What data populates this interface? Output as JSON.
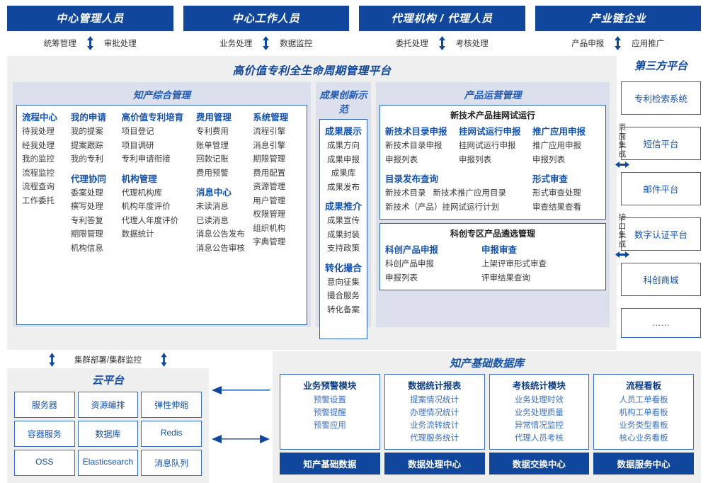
{
  "colors": {
    "brand_dark": "#10469B",
    "brand_mid": "#1F5BB5",
    "panel_bg": "#DCDFEC",
    "shell_bg": "#EFEFEF"
  },
  "roles": [
    {
      "title": "中心管理人员",
      "actions": [
        "统筹管理",
        "审批处理"
      ]
    },
    {
      "title": "中心工作人员",
      "actions": [
        "业务处理",
        "数据监控"
      ]
    },
    {
      "title": "代理机构 / 代理人员",
      "actions": [
        "委托处理",
        "考核处理"
      ]
    },
    {
      "title": "产业链企业",
      "actions": [
        "产品申报",
        "应用推广"
      ]
    }
  ],
  "platform": {
    "title": "高价值专利全生命周期管理平台",
    "ip_mgmt": {
      "title": "知产综合管理",
      "columns": [
        {
          "groups": [
            {
              "head": "流程中心",
              "items": [
                "待我处理",
                "经我处理",
                "我的监控",
                "流程监控",
                "流程查询",
                "工作委托"
              ]
            }
          ]
        },
        {
          "groups": [
            {
              "head": "我的申请",
              "items": [
                "我的提案",
                "提案跟踪",
                "我的专利"
              ]
            },
            {
              "head": "代理协同",
              "items": [
                "委案处理",
                "撰写处理",
                "专利答复",
                "期限管理",
                "机构信息"
              ]
            }
          ]
        },
        {
          "groups": [
            {
              "head": "高价值专利培育",
              "items": [
                "项目登记",
                "项目调研",
                "专利申请衔接"
              ]
            },
            {
              "head": "机构管理",
              "items": [
                "代理机构库",
                "机构年度评价",
                "代理人年度评价",
                "数据统计"
              ]
            }
          ]
        },
        {
          "groups": [
            {
              "head": "费用管理",
              "items": [
                "专利费用",
                "账单管理",
                "回款记账",
                "费用预警"
              ]
            },
            {
              "head": "消息中心",
              "items": [
                "未读消息",
                "已读消息",
                "消息公告发布",
                "消息公告审核"
              ]
            }
          ]
        },
        {
          "groups": [
            {
              "head": "系统管理",
              "items": [
                "流程引擎",
                "消息引擎",
                "期限管理",
                "费用配置",
                "资源管理",
                "用户管理",
                "权限管理",
                "组织机构",
                "字典管理"
              ]
            }
          ]
        }
      ]
    },
    "achievement": {
      "title": "成果创新示范",
      "groups": [
        {
          "head": "成果展示",
          "items": [
            "成果方向",
            "成果申报",
            "成果库",
            "成果发布"
          ]
        },
        {
          "head": "成果推介",
          "items": [
            "成果宣传",
            "成果封装",
            "支持政策"
          ]
        },
        {
          "head": "转化撮合",
          "items": [
            "意向征集",
            "撮合服务",
            "转化备案"
          ]
        }
      ]
    },
    "product_ops": {
      "title": "产品运营管理",
      "sub1": {
        "title": "新技术产品挂网试运行",
        "row1": [
          {
            "head": "新技术目录申报",
            "items": [
              "新技术目录申报",
              "申报列表"
            ]
          },
          {
            "head": "挂网试运行申报",
            "items": [
              "挂网试运行申报",
              "申报列表"
            ]
          },
          {
            "head": "推广应用申报",
            "items": [
              "推广应用申报",
              "申报列表"
            ]
          }
        ],
        "row2_left": {
          "head": "目录发布查询",
          "line1a": "新技术目录",
          "line1b": "新技术推广应用目录",
          "line2": "新技术（产品）挂网试运行计划"
        },
        "row2_right": {
          "head": "形式审查",
          "items": [
            "形式审查处理",
            "审查结果查看"
          ]
        }
      },
      "sub2": {
        "title": "科创专区产品遴选管理",
        "cols": [
          {
            "head": "科创产品申报",
            "items": [
              "科创产品申报",
              "申报列表"
            ]
          },
          {
            "head": "申报审查",
            "items": [
              "上架评审形式审查",
              "评审结果查询"
            ]
          }
        ]
      }
    }
  },
  "third_party": {
    "title": "第三方平台",
    "boxes": [
      "专利检索系统",
      "短信平台",
      "邮件平台",
      "数字认证平台",
      "科创商城",
      "……"
    ],
    "integrations": [
      {
        "label": "页面集成"
      },
      {
        "label": "接口集成"
      }
    ]
  },
  "cloud": {
    "cluster_label": "集群部署/集群监控",
    "title": "云平台",
    "cells": [
      "服务器",
      "资源编排",
      "弹性伸缩",
      "容器服务",
      "数据库",
      "Redis",
      "OSS",
      "Elasticsearch",
      "消息队列"
    ]
  },
  "database": {
    "title": "知产基础数据库",
    "columns": [
      {
        "head": "业务预警模块",
        "items": [
          "预警设置",
          "预警提醒",
          "预警应用"
        ],
        "footer": "知产基础数据"
      },
      {
        "head": "数据统计报表",
        "items": [
          "提案情况统计",
          "办理情况统计",
          "业务流转统计",
          "代理服务统计"
        ],
        "footer": "数据处理中心"
      },
      {
        "head": "考核统计模块",
        "items": [
          "业务处理时效",
          "业务处理质量",
          "异常情况监控",
          "代理人员考核"
        ],
        "footer": "数据交换中心"
      },
      {
        "head": "流程看板",
        "items": [
          "人员工单看板",
          "机构工单看板",
          "业务类型看板",
          "核心业务看板"
        ],
        "footer": "数据服务中心"
      }
    ]
  }
}
